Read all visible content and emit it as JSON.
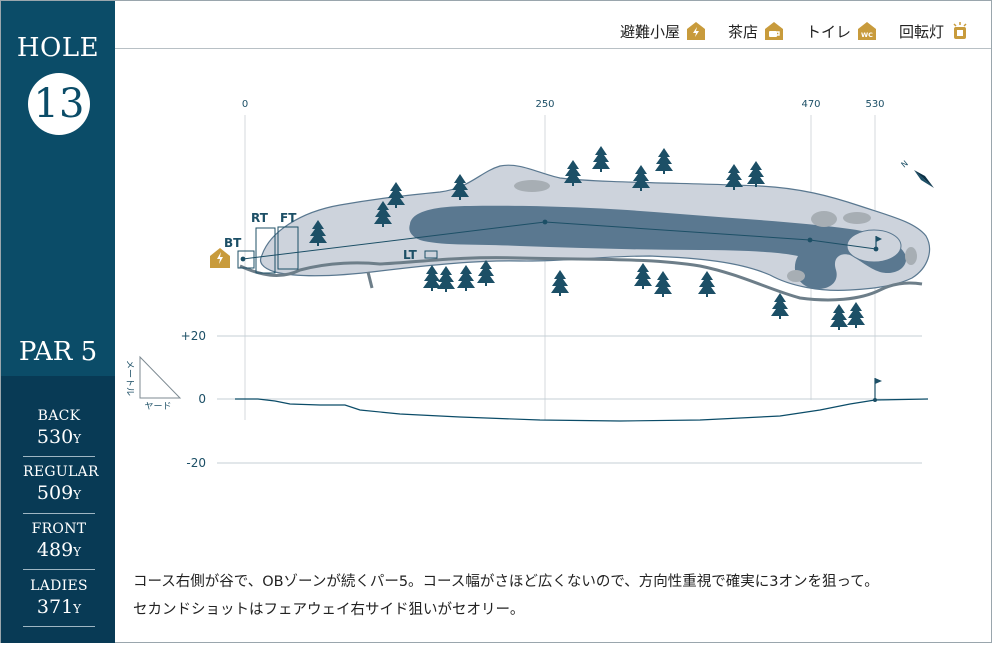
{
  "hole": {
    "label": "HOLE",
    "number": "13",
    "par": "PAR 5"
  },
  "tees": [
    {
      "name": "BACK",
      "yards": "530",
      "unit": "Y"
    },
    {
      "name": "REGULAR",
      "yards": "509",
      "unit": "Y"
    },
    {
      "name": "FRONT",
      "yards": "489",
      "unit": "Y"
    },
    {
      "name": "LADIES",
      "yards": "371",
      "unit": "Y"
    }
  ],
  "legend": [
    {
      "label": "避難小屋",
      "icon": "shelter-icon"
    },
    {
      "label": "茶店",
      "icon": "teahouse-icon"
    },
    {
      "label": "トイレ",
      "icon": "toilet-icon"
    },
    {
      "label": "回転灯",
      "icon": "rotating-light-icon"
    }
  ],
  "icon_text": {
    "toilet": "WC"
  },
  "colors": {
    "sidebar": "#0b4c68",
    "sidebar_dark": "#083a55",
    "accent": "#c89b3c",
    "fairway": "#5a7890",
    "rough": "#cdd3dc",
    "tree": "#1c4f66"
  },
  "distance_markers": [
    "0",
    "250",
    "470",
    "530"
  ],
  "tee_markers": [
    "BT",
    "RT",
    "FT",
    "LT"
  ],
  "elevation": {
    "labels": [
      "+20",
      "0",
      "-20"
    ],
    "axis_vertical": "メートル",
    "axis_horizontal": "ヤード"
  },
  "description": [
    "コース右側が谷で、OBゾーンが続くパー5。コース幅がさほど広くないので、方向性重視で確実に3オンを狙って。",
    "セカンドショットはフェアウェイ右サイド狙いがセオリー。"
  ]
}
